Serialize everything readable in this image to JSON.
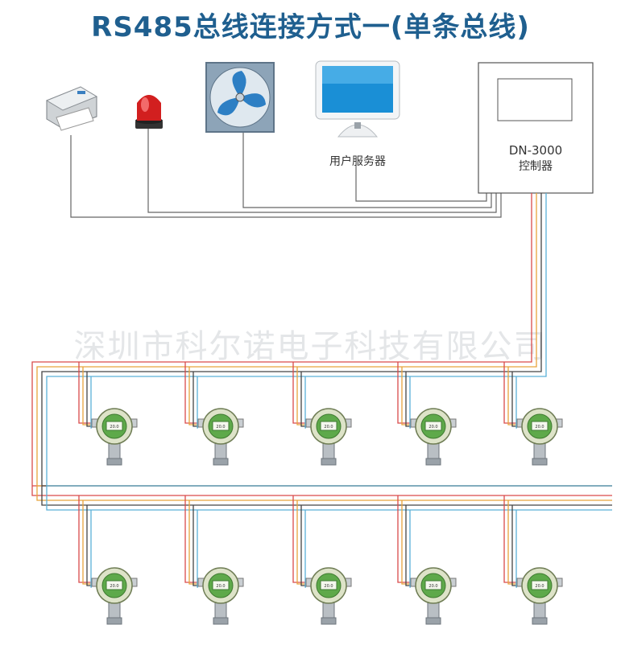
{
  "title": "RS485总线连接方式一(单条总线)",
  "watermark": "深圳市科尔诺电子科技有限公司",
  "devices": {
    "printer": "printer-icon",
    "alarm_light": "alarm-light-icon",
    "fan": "exhaust-fan-icon",
    "monitor": "monitor-icon",
    "server_label": "用户服务器"
  },
  "controller": {
    "model": "DN-3000",
    "name": "控制器"
  },
  "detector_label": "20.0",
  "wire_colors": {
    "red": "#d94a4a",
    "orange": "#e8a33c",
    "black": "#444444",
    "blue": "#5ab0d8",
    "gray": "#666666"
  },
  "detector_rows": [
    {
      "count": 5
    },
    {
      "count": 5
    }
  ]
}
